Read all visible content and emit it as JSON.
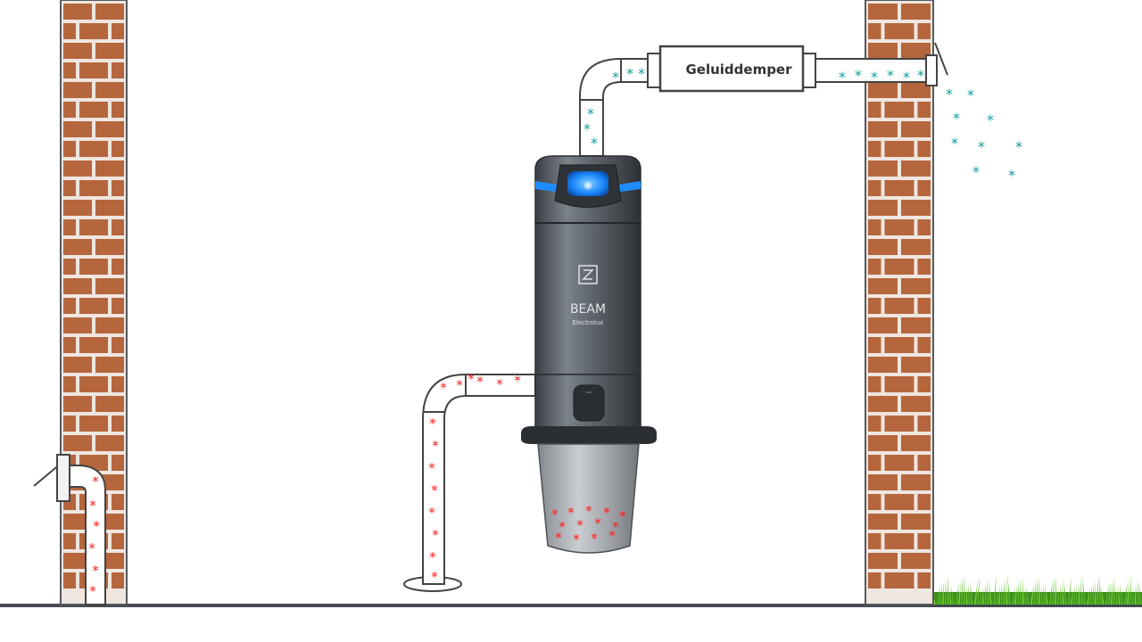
{
  "diagram": {
    "muffler_label": "Geluiddemper",
    "unit_brand": "BEAM",
    "unit_subbrand": "Electrolux",
    "colors": {
      "dirty_air": "#ff1a1a",
      "clean_air": "#159a9a",
      "brick": "#b5663d",
      "mortar": "#efe6e0",
      "grass": "#5bbd2c",
      "led": "#1e8cff"
    }
  }
}
